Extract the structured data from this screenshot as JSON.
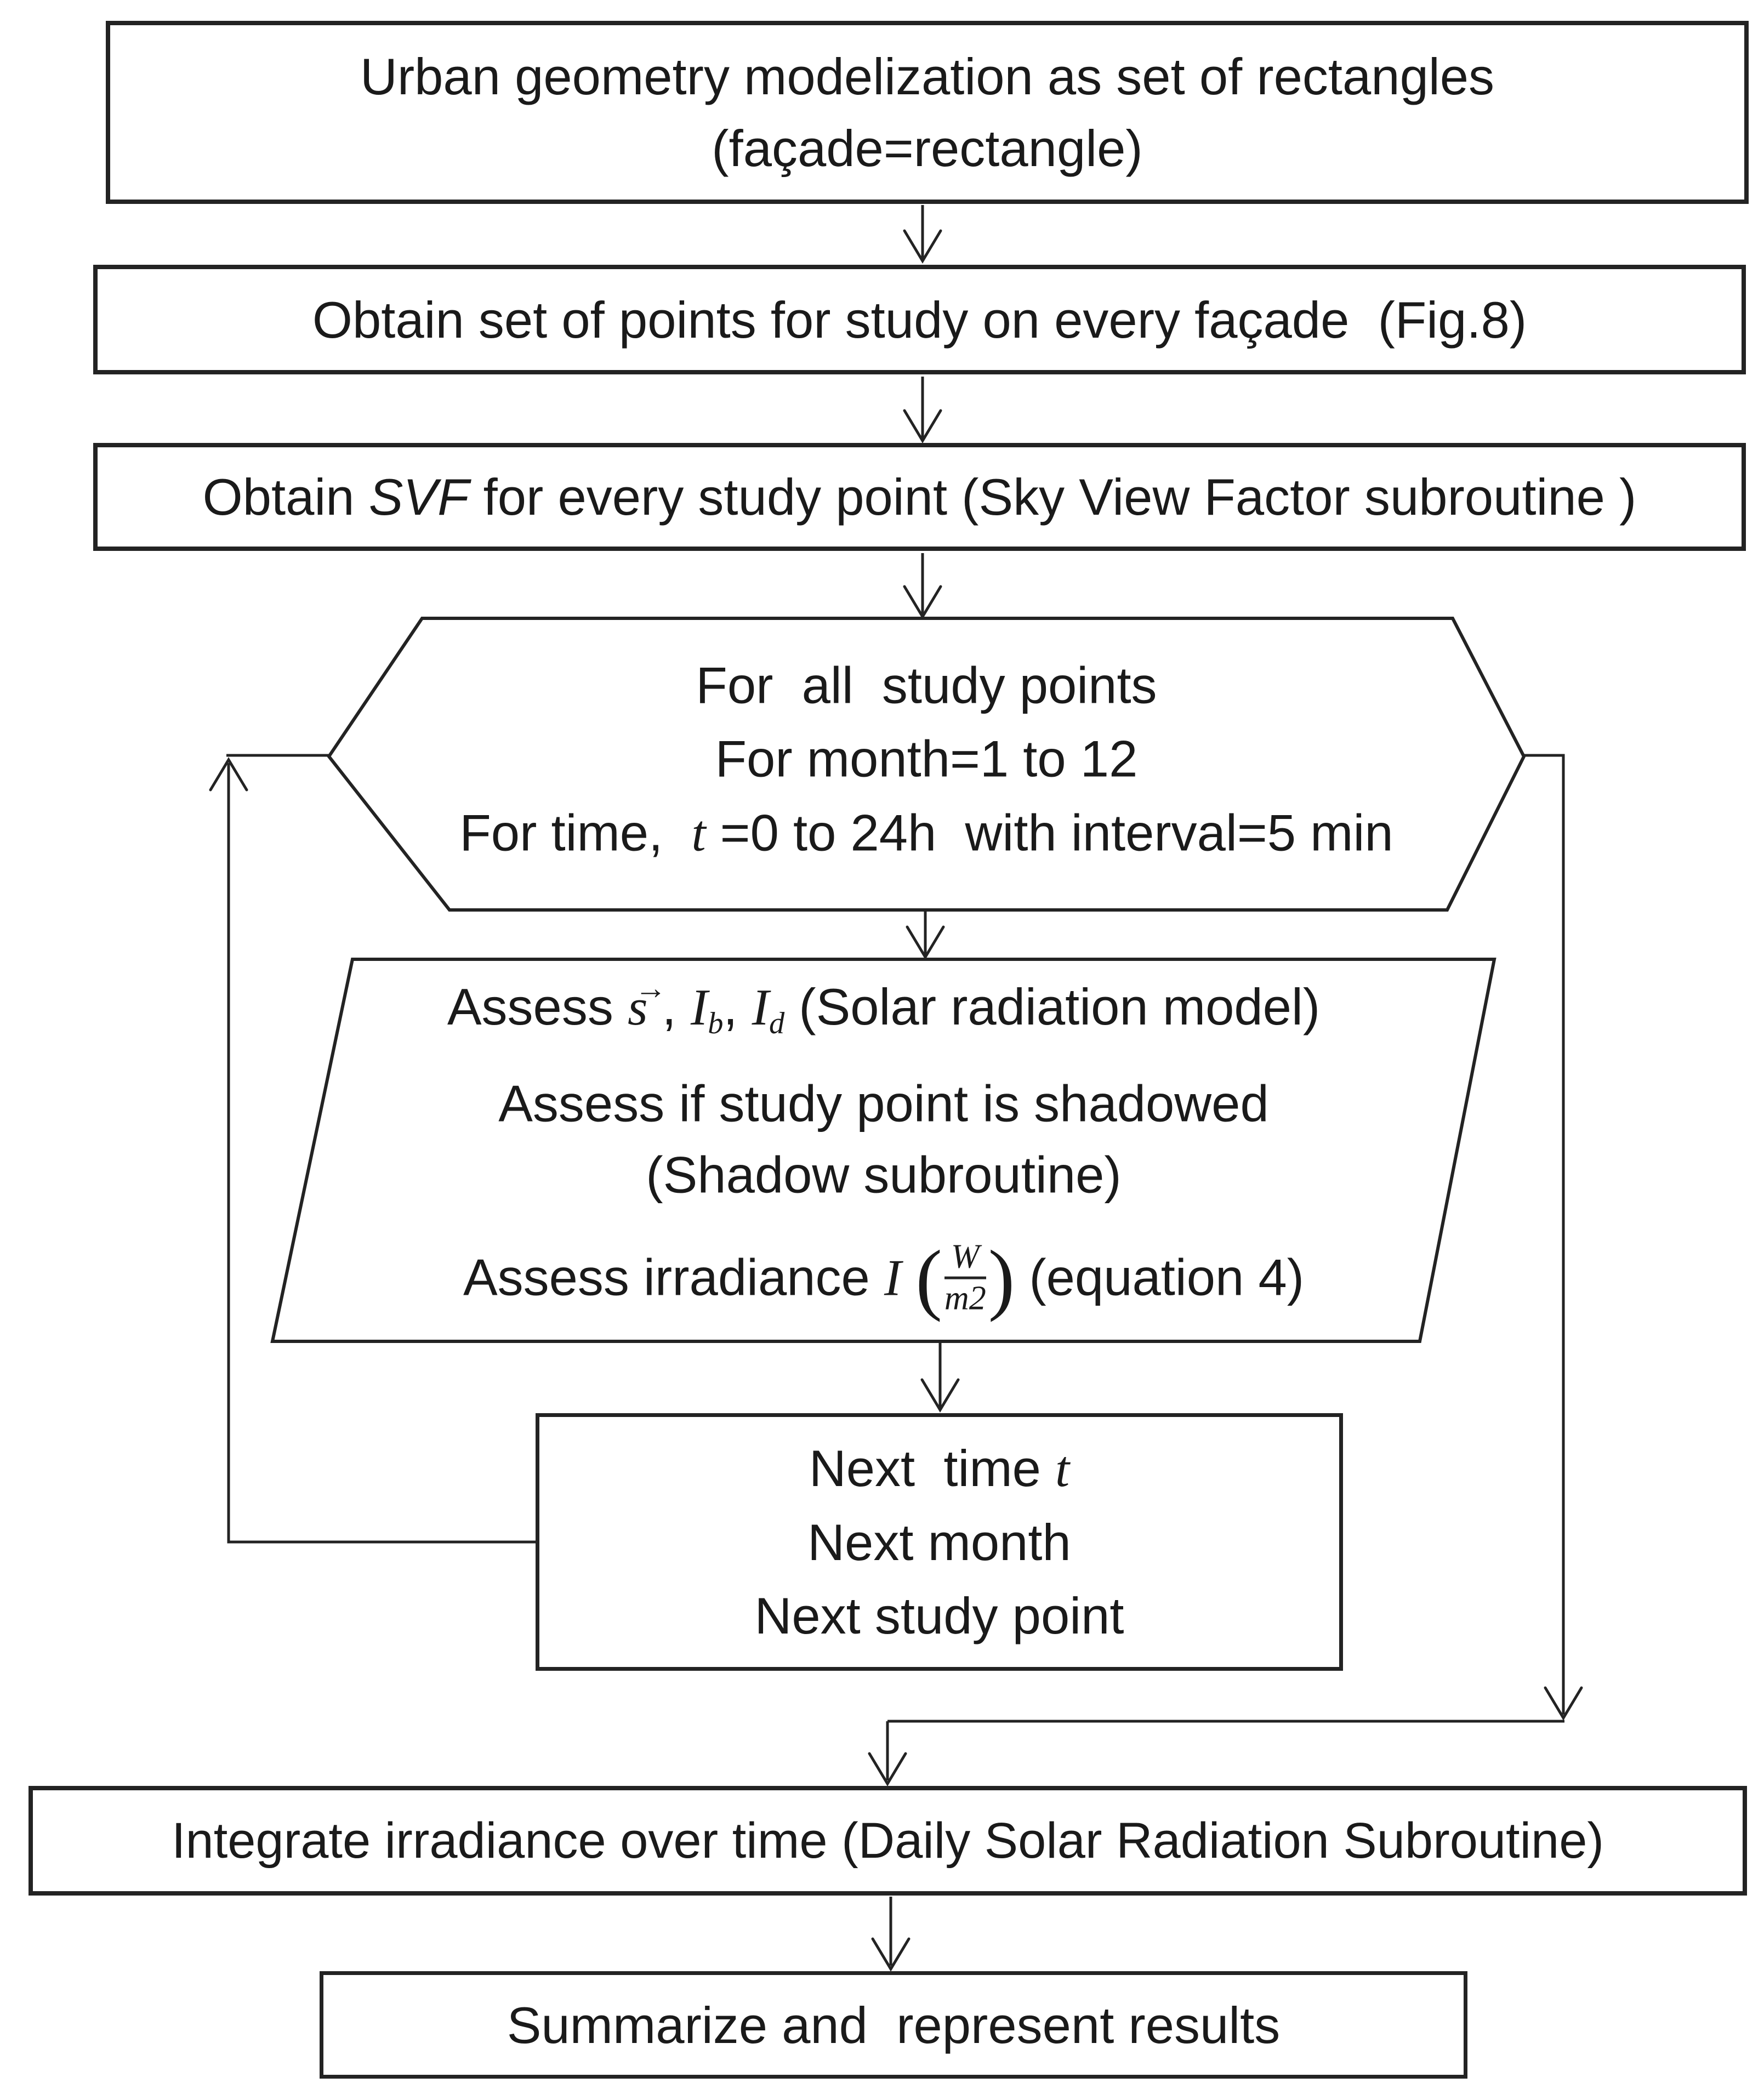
{
  "colors": {
    "background": "#ffffff",
    "ink": "#232323",
    "text": "#1a1a1a"
  },
  "boxes": {
    "urban": {
      "line1": "Urban geometry modelization as set of rectangles",
      "line2": "(façade=rectangle)"
    },
    "points": {
      "text": "Obtain set of points for study on every façade  (Fig.8)"
    },
    "svf": {
      "pre": "Obtain ",
      "var": "SVF",
      "post": " for every study point (Sky View Factor subroutine )"
    },
    "loop_header": {
      "line1": "For  all  study points",
      "line2": "For month=1 to 12",
      "line3_pre": "For time,  ",
      "line3_var": "t",
      "line3_post": " =0 to 24h  with interval=5 min"
    },
    "assess": {
      "l1_pre": "Assess ",
      "l1_s": "s",
      "l1_vec": "→",
      "l1_mid": " , ",
      "l1_i1": "I",
      "l1_sub1": "b",
      "l1_comma1": ", ",
      "l1_i2": "I",
      "l1_sub2": "d",
      "l1_post": " (Solar radiation model)",
      "l2": "Assess if study point is shadowed",
      "l3": "(Shadow subroutine)",
      "l4_pre": "Assess irradiance ",
      "l4_var": "I",
      "l4_gap": " ",
      "l4_open": "(",
      "l4_num": "W",
      "l4_den": "m2",
      "l4_close": ")",
      "l4_post": " (equation 4)"
    },
    "next": {
      "l1_pre": "Next  time ",
      "l1_var": "t",
      "l2": "Next month",
      "l3": "Next study point"
    },
    "integrate": {
      "text": "Integrate irradiance over time (Daily Solar Radiation Subroutine)"
    },
    "summarize": {
      "text": "Summarize and  represent results"
    }
  }
}
